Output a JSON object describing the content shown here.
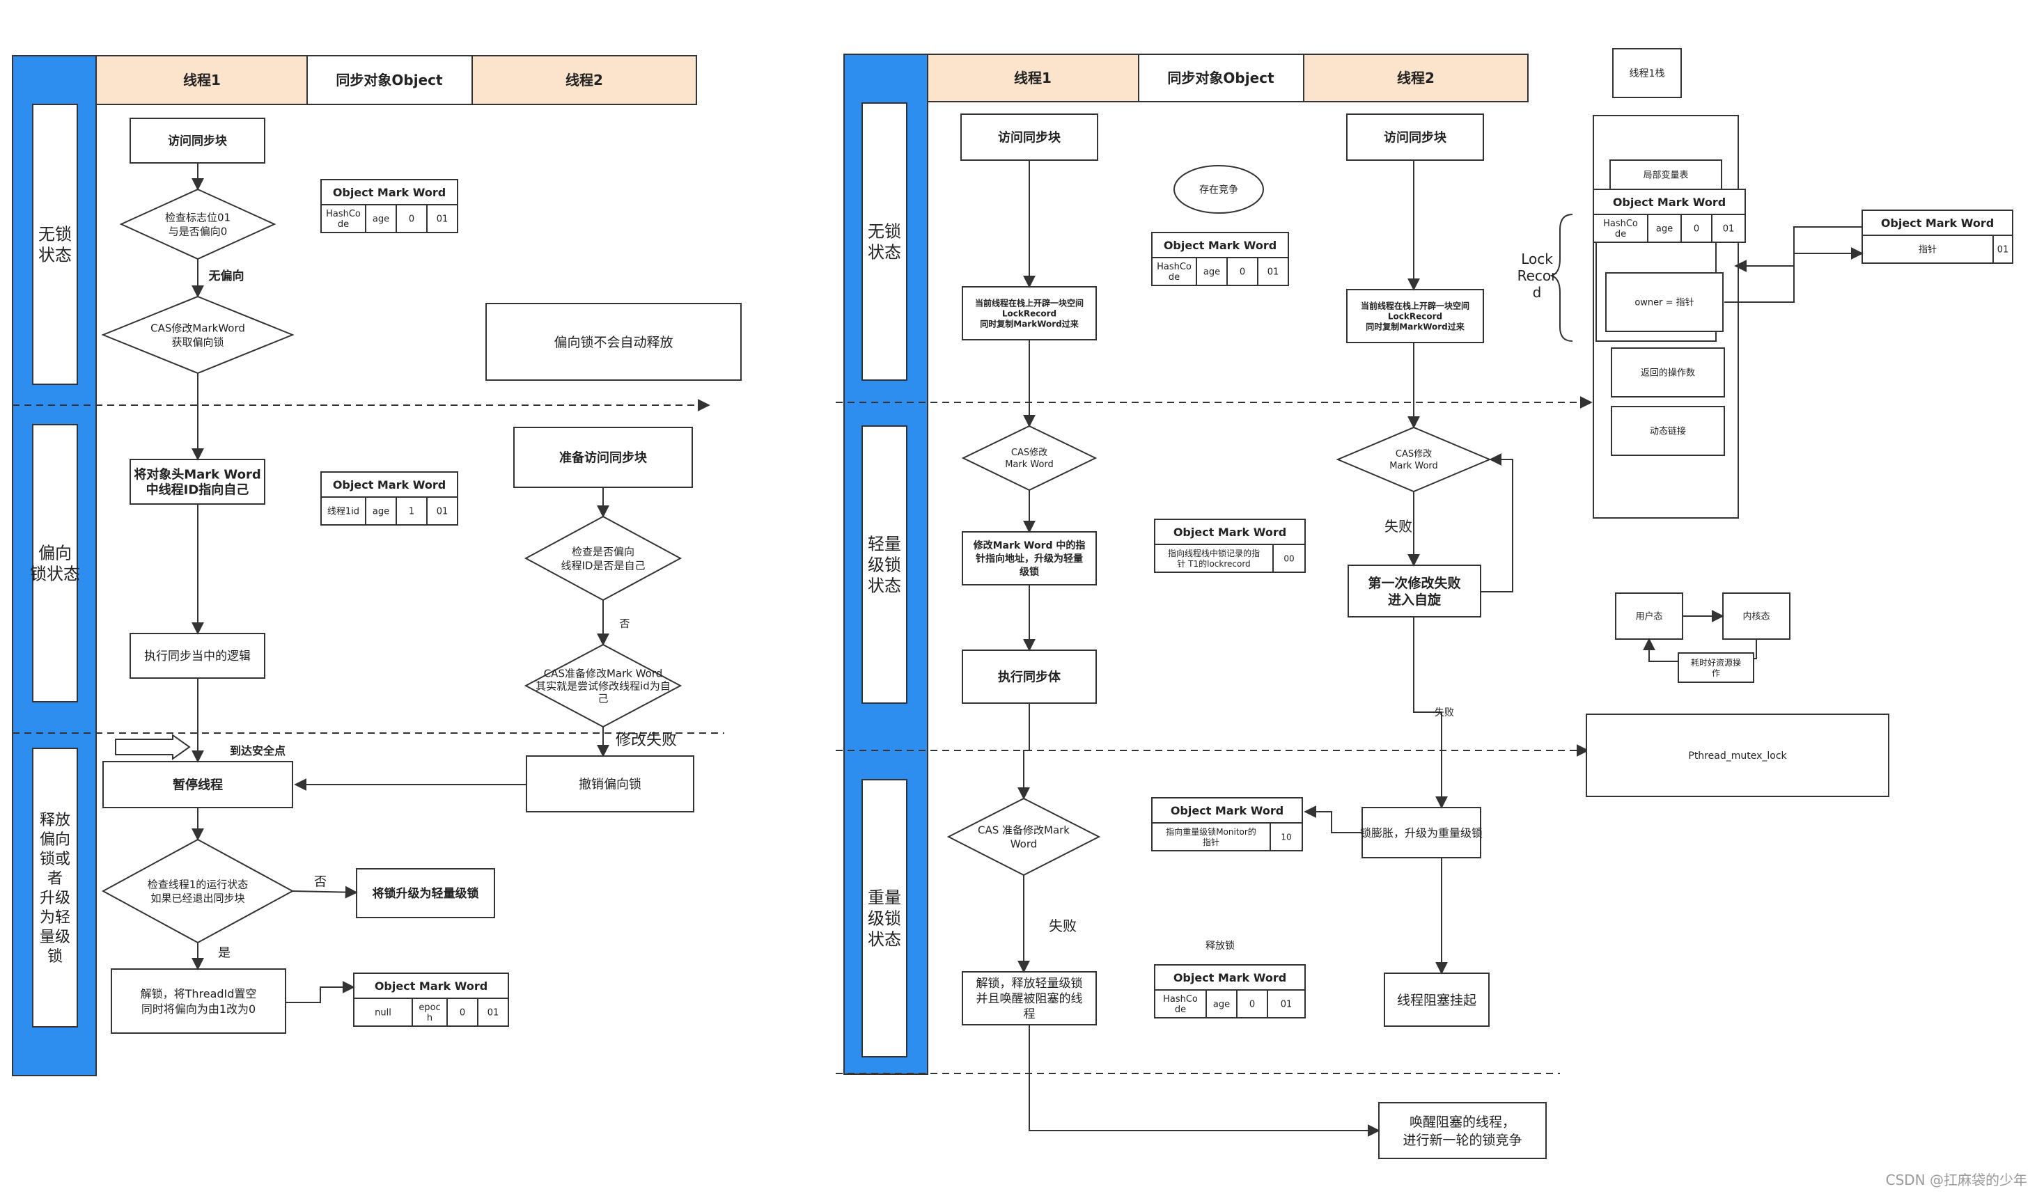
{
  "left": {
    "headers": [
      "线程1",
      "同步对象Object",
      "线程2"
    ],
    "states": [
      "无锁\n状态",
      "偏向\n锁状态",
      "释放\n偏向\n锁或\n者\n升级\n为轻\n量级\n锁"
    ],
    "t1": {
      "access": "访问同步块",
      "check": "检查标志位01\n与是否偏向0",
      "no_bias": "无偏向",
      "cas": "CAS修改MarkWord\n获取偏向锁",
      "set_tid": "将对象头Mark Word\n中线程ID指向自己",
      "exec": "执行同步当中的逻辑",
      "safepoint": "到达安全点",
      "pause": "暂停线程",
      "check_state": "检查线程1的运行状态\n如果已经退出同步块",
      "no": "否",
      "upgrade": "将锁升级为轻量级锁",
      "yes": "是",
      "unlock": "解锁，将ThreadId置空\n同时将偏向为由1改为0"
    },
    "obj": {
      "mw_title": "Object Mark Word",
      "mw1": [
        "HashCo\nde",
        "age",
        "0",
        "01"
      ],
      "mw2": [
        "线程1id",
        "age",
        "1",
        "01"
      ],
      "mw3": [
        "null",
        "epoc\nh",
        "0",
        "01"
      ],
      "note": "偏向锁不会自动释放"
    },
    "t2": {
      "prepare": "准备访问同步块",
      "check": "检查是否偏向\n线程ID是否是自己",
      "no": "否",
      "cas": "CAS准备修改Mark Word\n其实就是尝试修改线程id为自\n己",
      "fail": "修改失败",
      "revoke": "撤销偏向锁"
    }
  },
  "right": {
    "headers": [
      "线程1",
      "同步对象Object",
      "线程2"
    ],
    "states": [
      "无锁\n状态",
      "轻量\n级锁\n状态",
      "重量\n级锁\n状态"
    ],
    "t1": {
      "access": "访问同步块",
      "alloc": "当前线程在栈上开辟一块空间\nLockRecord\n同时复制MarkWord过来",
      "cas": "CAS修改\nMark Word",
      "modify": "修改Mark Word 中的指\n针指向地址，升级为轻量\n级锁",
      "exec": "执行同步体",
      "cas2": "CAS 准备修改Mark\nWord",
      "fail": "失败",
      "unlock": "解锁，释放轻量级锁\n并且唤醒被阻塞的线\n程"
    },
    "obj": {
      "compete": "存在竞争",
      "mw_title": "Object Mark Word",
      "mw1": [
        "HashCo\nde",
        "age",
        "0",
        "01"
      ],
      "mw2": [
        "指向线程栈中锁记录的指\n针 T1的lockrecord",
        "00"
      ],
      "mw3": [
        "指向重量级锁Monitor的\n指针",
        "10"
      ],
      "release": "释放锁",
      "mw4": [
        "HashCo\nde",
        "age",
        "0",
        "01"
      ]
    },
    "t2": {
      "access": "访问同步块",
      "alloc": "当前线程在栈上开辟一块空间\nLockRecord\n同时复制MarkWord过来",
      "cas": "CAS修改\nMark Word",
      "fail": "失败",
      "spin": "第一次修改失败\n进入自旋",
      "fail2": "失败",
      "inflate": "锁膨胀，升级为重量级锁",
      "block": "线程阻塞挂起",
      "wake": "唤醒阻塞的线程，\n进行新一轮的锁竞争"
    }
  },
  "stack": {
    "title": "线程1栈",
    "locals": "局部变量表",
    "mw_title": "Object Mark Word",
    "mw": [
      "HashCo\nde",
      "age",
      "0",
      "01"
    ],
    "owner": "owner = 指针",
    "lock_record": "Lock\nRecor\nd",
    "ret": "返回的操作数",
    "dyn": "动态链接",
    "obj_mw_title": "Object Mark Word",
    "obj_mw": [
      "指针",
      "01"
    ]
  },
  "kernel": {
    "user": "用户态",
    "kernel": "内核态",
    "cost": "耗时好资源操\n作"
  },
  "pthread": "Pthread_mutex_lock",
  "watermark": "CSDN @扛麻袋的少年",
  "colors": {
    "state_bar": "#2d8ef0",
    "header_peach": "#fce4cc",
    "line": "#333333"
  }
}
